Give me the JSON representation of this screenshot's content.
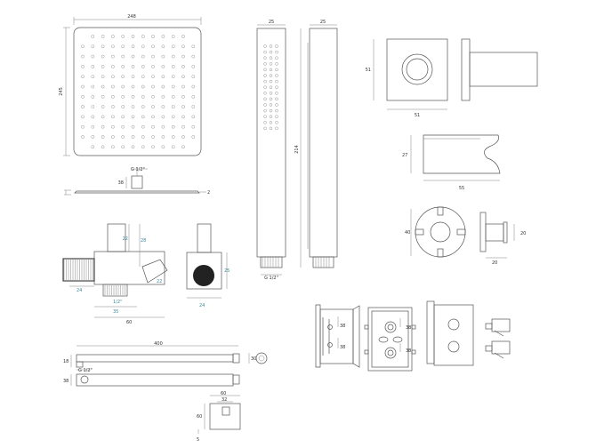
{
  "shower_head": {
    "width_label": "248",
    "height_label": "245",
    "arm_label": "G 1/2\"",
    "neck_label": "38",
    "thickness_label": "2"
  },
  "hand_shower": {
    "width_label": "25",
    "side_width_label": "25",
    "length_label": "214",
    "thread_label": "G 1/2\""
  },
  "wall_outlet": {
    "height_label": "51",
    "width_label": "51"
  },
  "holder": {
    "height_label": "27",
    "width_label": "55"
  },
  "diverter_knob": {
    "diameter_label": "40",
    "depth_label": "20",
    "side_label": "20"
  },
  "tap_side": {
    "top_label": "22",
    "height_label": "28",
    "left_label": "24",
    "angle_label": "22",
    "thread_label": "1/2\"",
    "inner_label": "35",
    "total_label": "60"
  },
  "tap_front": {
    "height_label": "25",
    "width_label": "24"
  },
  "shower_arm": {
    "length_label": "400",
    "height_label": "18",
    "thread_label": "G 1/2\"",
    "pipe_label": "38",
    "end_label": "30"
  },
  "flange": {
    "width_label": "60",
    "inner_label": "32",
    "height_label": "60",
    "depth_label": "5"
  },
  "valve": {
    "label_a": "38",
    "label_b": "38",
    "label_c": "38",
    "label_d": "38"
  }
}
